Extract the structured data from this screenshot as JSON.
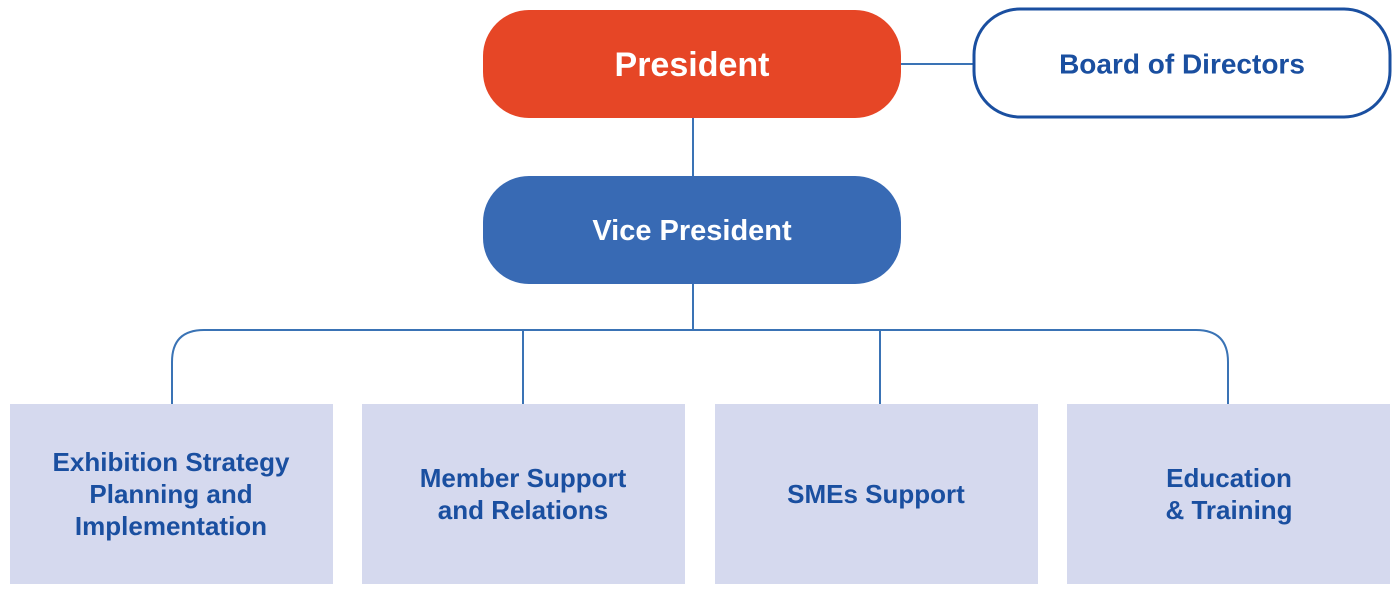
{
  "org_chart": {
    "president": {
      "label": "President",
      "fill": "#e64626",
      "text_color": "#ffffff"
    },
    "board": {
      "label": "Board of Directors",
      "fill": "#ffffff",
      "border": "#1a4fa0",
      "text_color": "#1a4fa0"
    },
    "vice_president": {
      "label": "Vice President",
      "fill": "#386ab4",
      "text_color": "#ffffff"
    },
    "departments": [
      {
        "lines": [
          "Exhibition Strategy",
          "Planning and",
          "Implementation"
        ]
      },
      {
        "lines": [
          "Member Support",
          "and Relations"
        ]
      },
      {
        "lines": [
          "SMEs Support"
        ]
      },
      {
        "lines": [
          "Education",
          "& Training"
        ]
      }
    ],
    "department_fill": "#d5d9ee",
    "department_text_color": "#1a4fa0",
    "connector_color": "#3a73b5"
  }
}
